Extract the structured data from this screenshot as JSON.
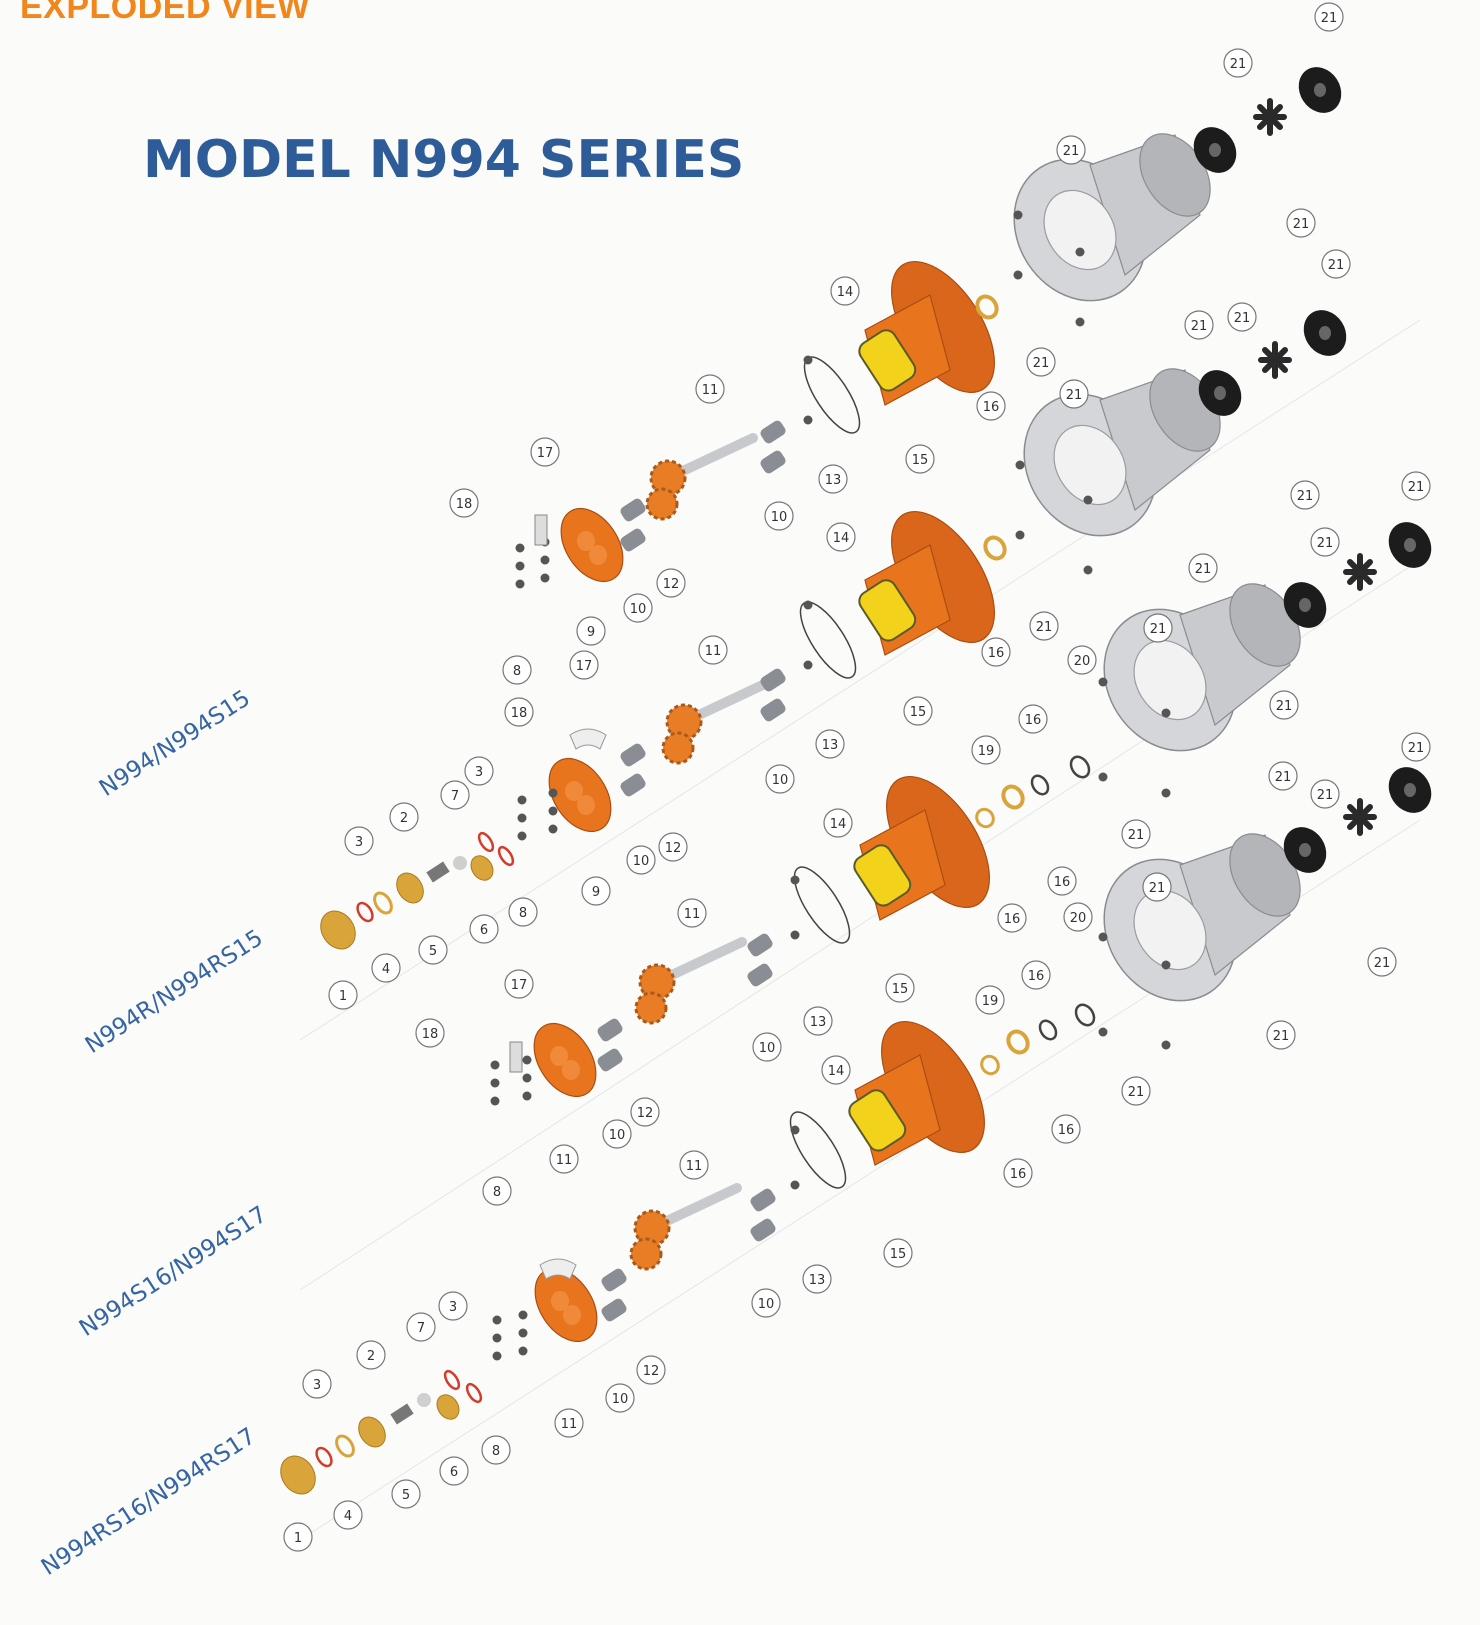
{
  "header_title": "EXPLODED VIEW",
  "model_title": "MODEL N994 SERIES",
  "variant_labels": [
    "N994/N994S15",
    "N994R/N994RS15",
    "N994S16/N994S17",
    "N994RS16/N994RS17"
  ],
  "colors": {
    "header": "#f0861c",
    "title": "#2e5c99",
    "variant_label": "#3565a2",
    "body_orange": "#e8741e",
    "brass": "#d9a43a",
    "gasket_red": "#d33b2a",
    "steel": "#b9bcc2",
    "coupling_black": "#1c1c1c",
    "leader_line": "#555555"
  },
  "callout_numbers": [
    "21",
    "21",
    "21",
    "21",
    "21",
    "21",
    "21",
    "21",
    "21",
    "21",
    "21",
    "21",
    "21",
    "21",
    "21",
    "21",
    "21",
    "21",
    "21",
    "21",
    "21",
    "21",
    "21",
    "21",
    "14",
    "16",
    "11",
    "17",
    "18",
    "15",
    "13",
    "10",
    "12",
    "9",
    "10",
    "8",
    "14",
    "17",
    "11",
    "18",
    "16",
    "15",
    "13",
    "10",
    "12",
    "9",
    "10",
    "8",
    "3",
    "2",
    "7",
    "3",
    "1",
    "4",
    "5",
    "6",
    "20",
    "16",
    "19",
    "16",
    "16",
    "14",
    "11",
    "17",
    "18",
    "15",
    "13",
    "10",
    "12",
    "11",
    "10",
    "8",
    "20",
    "16",
    "19",
    "16",
    "16",
    "14",
    "11",
    "15",
    "13",
    "10",
    "12",
    "11",
    "10",
    "8",
    "3",
    "2",
    "7",
    "3",
    "1",
    "4",
    "5",
    "6"
  ]
}
